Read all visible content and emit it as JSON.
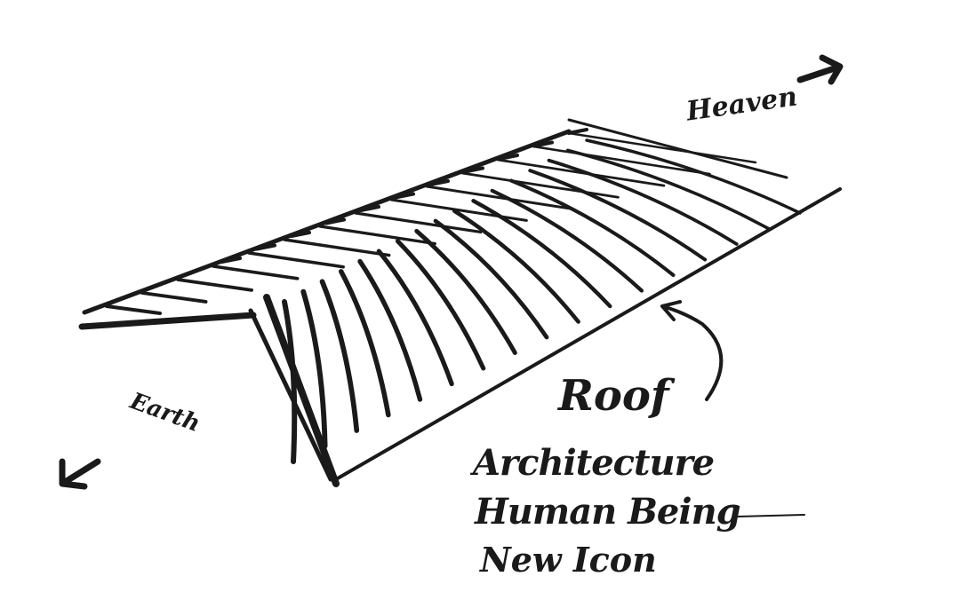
{
  "sketch": {
    "ink_color": "#1a1a1a",
    "labels": {
      "roof": "Roof",
      "line1": "Architecture",
      "line2": "Human Being",
      "line3": "New Icon",
      "top_right": "Heaven",
      "bottom_left": "Earth"
    }
  }
}
